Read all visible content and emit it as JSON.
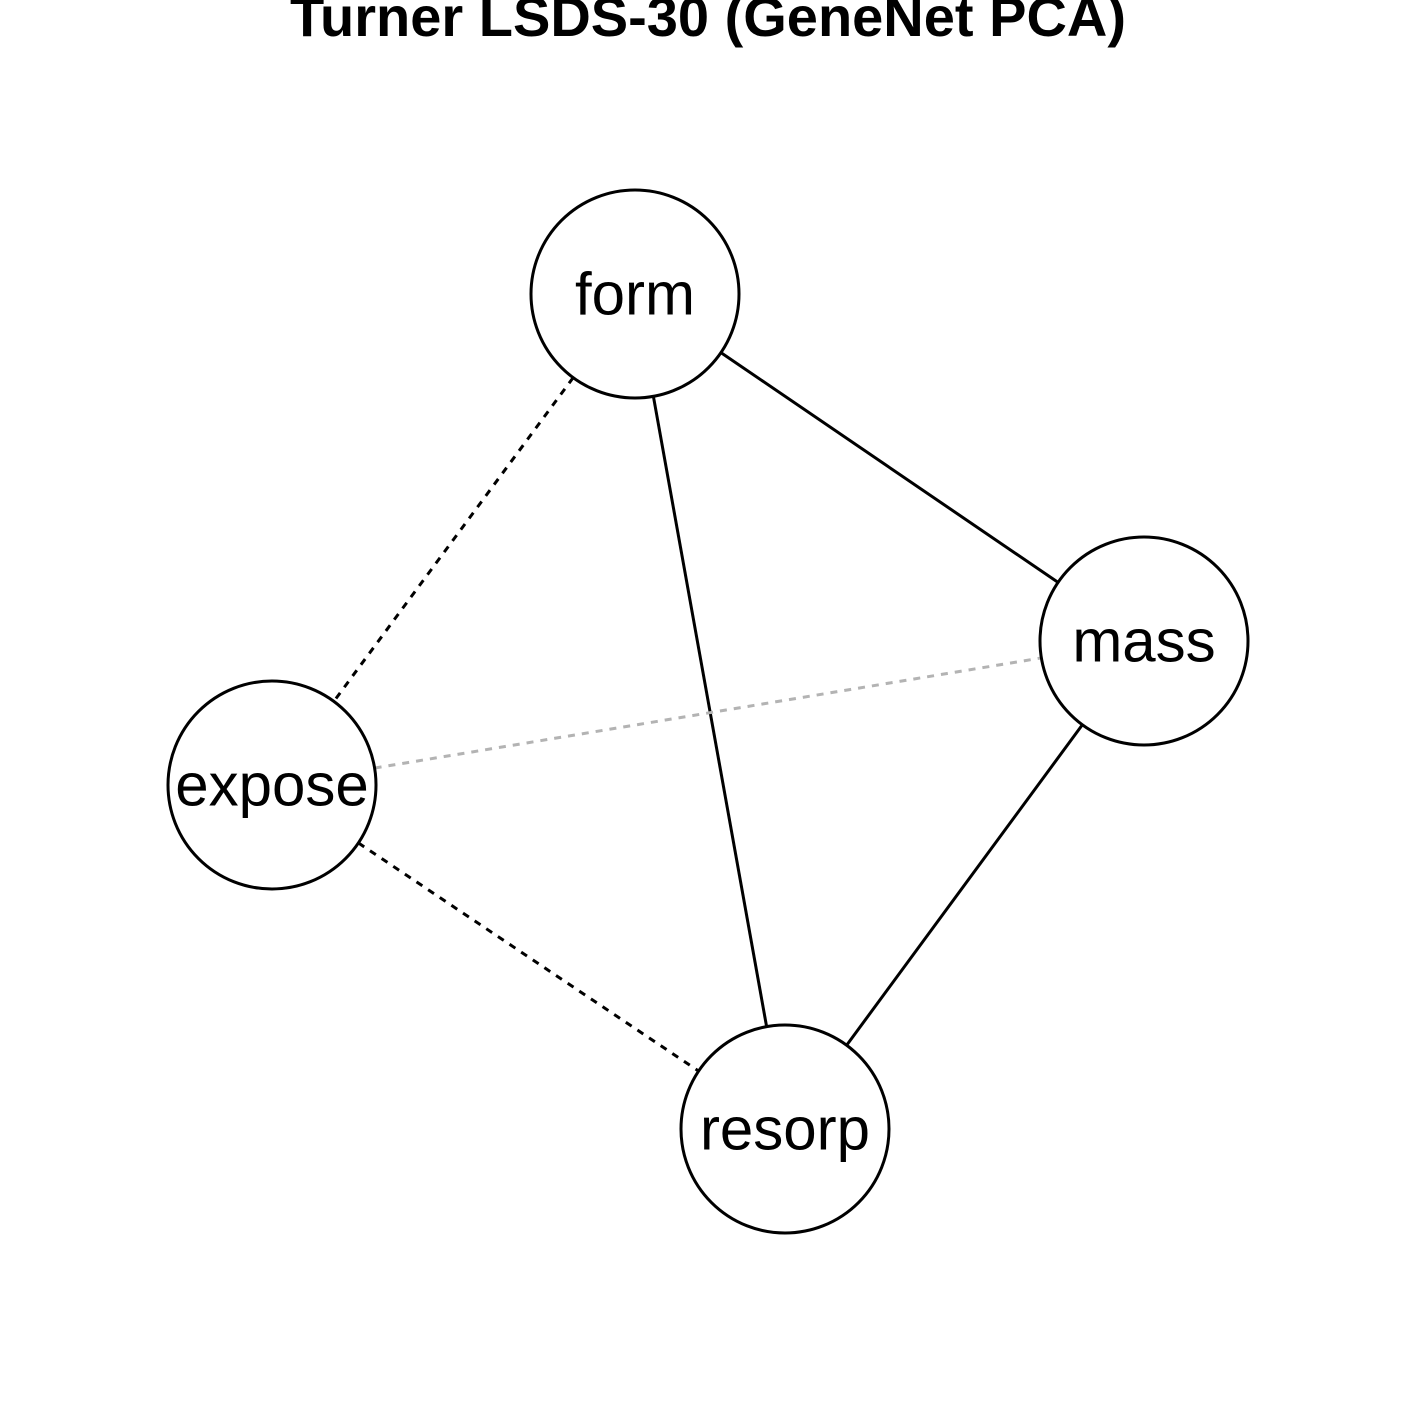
{
  "title": "Turner LSDS-30 (GeneNet PCA)",
  "nodes": [
    {
      "id": "form",
      "label": "form"
    },
    {
      "id": "mass",
      "label": "mass"
    },
    {
      "id": "expose",
      "label": "expose"
    },
    {
      "id": "resorp",
      "label": "resorp"
    }
  ],
  "edges": [
    {
      "from": "form",
      "to": "mass",
      "style": "solid",
      "color": "#000000"
    },
    {
      "from": "form",
      "to": "resorp",
      "style": "solid",
      "color": "#000000"
    },
    {
      "from": "mass",
      "to": "resorp",
      "style": "solid",
      "color": "#000000"
    },
    {
      "from": "form",
      "to": "expose",
      "style": "dotted",
      "color": "#000000"
    },
    {
      "from": "expose",
      "to": "resorp",
      "style": "dotted",
      "color": "#000000"
    },
    {
      "from": "expose",
      "to": "mass",
      "style": "dotted",
      "color": "#b3b3b3"
    }
  ]
}
